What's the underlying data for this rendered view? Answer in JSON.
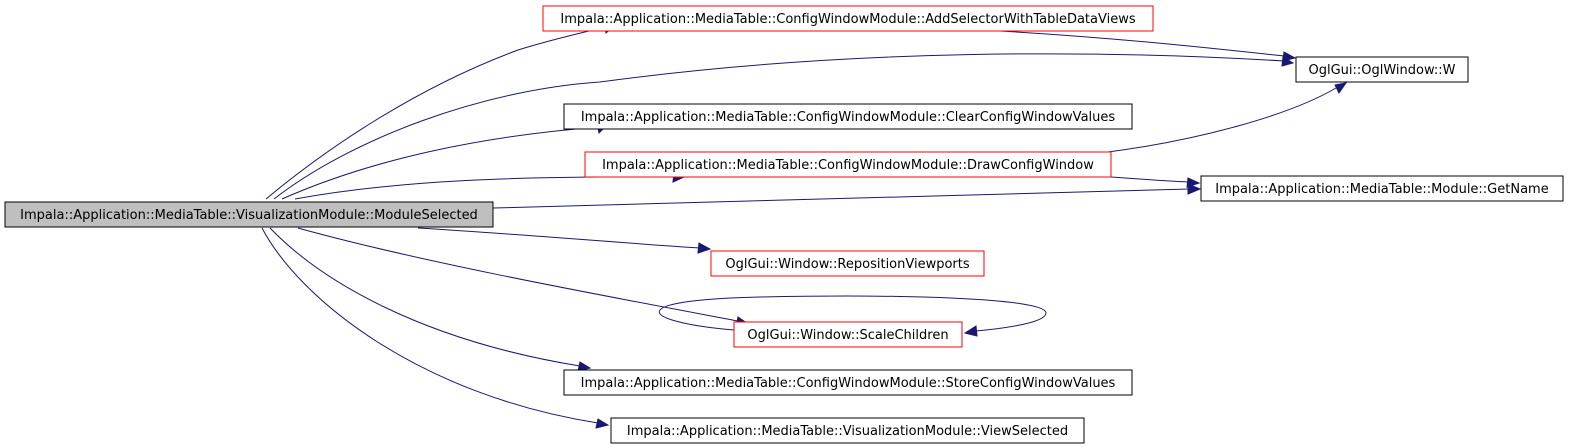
{
  "graph": {
    "colors": {
      "root_fill": "#bfbfbf",
      "root_stroke": "#000000",
      "node_fill": "#ffffff",
      "node_stroke_black": "#000000",
      "node_stroke_red": "#ff0000",
      "edge": "#191970"
    },
    "nodes": [
      {
        "id": "root",
        "label": "Impala::Application::MediaTable::VisualizationModule::ModuleSelected",
        "style": "root"
      },
      {
        "id": "add_selector",
        "label": "Impala::Application::MediaTable::ConfigWindowModule::AddSelectorWithTableDataViews",
        "style": "red"
      },
      {
        "id": "oglwindow_w",
        "label": "OglGui::OglWindow::W",
        "style": "black"
      },
      {
        "id": "clear_config",
        "label": "Impala::Application::MediaTable::ConfigWindowModule::ClearConfigWindowValues",
        "style": "black"
      },
      {
        "id": "draw_config",
        "label": "Impala::Application::MediaTable::ConfigWindowModule::DrawConfigWindow",
        "style": "red"
      },
      {
        "id": "get_name",
        "label": "Impala::Application::MediaTable::Module::GetName",
        "style": "black"
      },
      {
        "id": "reposition",
        "label": "OglGui::Window::RepositionViewports",
        "style": "red"
      },
      {
        "id": "scale_children",
        "label": "OglGui::Window::ScaleChildren",
        "style": "red"
      },
      {
        "id": "store_config",
        "label": "Impala::Application::MediaTable::ConfigWindowModule::StoreConfigWindowValues",
        "style": "black"
      },
      {
        "id": "view_selected",
        "label": "Impala::Application::MediaTable::VisualizationModule::ViewSelected",
        "style": "black"
      }
    ],
    "edges": [
      {
        "from": "root",
        "to": "add_selector"
      },
      {
        "from": "root",
        "to": "oglwindow_w"
      },
      {
        "from": "root",
        "to": "clear_config"
      },
      {
        "from": "root",
        "to": "draw_config"
      },
      {
        "from": "root",
        "to": "get_name"
      },
      {
        "from": "root",
        "to": "reposition"
      },
      {
        "from": "root",
        "to": "scale_children"
      },
      {
        "from": "root",
        "to": "store_config"
      },
      {
        "from": "root",
        "to": "view_selected"
      },
      {
        "from": "add_selector",
        "to": "oglwindow_w"
      },
      {
        "from": "draw_config",
        "to": "oglwindow_w"
      },
      {
        "from": "draw_config",
        "to": "get_name"
      },
      {
        "from": "scale_children",
        "to": "scale_children"
      }
    ]
  }
}
